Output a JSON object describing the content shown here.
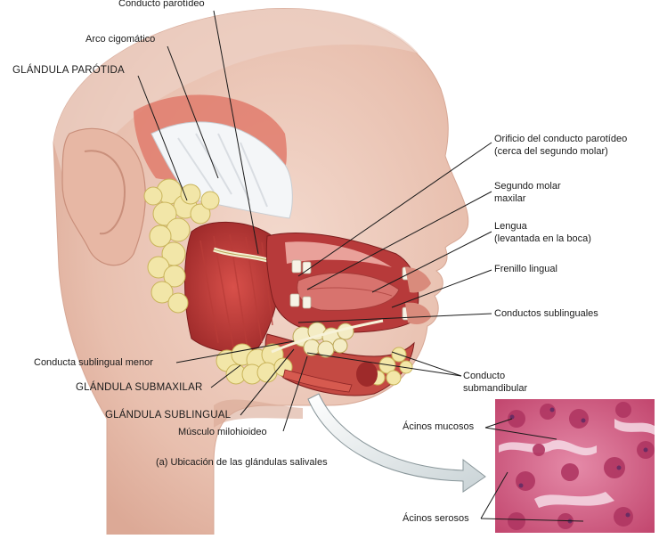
{
  "labels": {
    "conducto_parotideo": "Conducto parotídeo",
    "arco_cigomatico": "Arco cigomático",
    "glandula_parotida": "GLÁNDULA PARÓTIDA",
    "orificio_line1": "Orificio del conducto parotídeo",
    "orificio_line2": "(cerca del segundo molar)",
    "segundo_molar_line1": "Segundo molar",
    "segundo_molar_line2": "maxilar",
    "lengua_line1": "Lengua",
    "lengua_line2": "(levantada en la boca)",
    "frenillo": "Frenillo lingual",
    "conductos_sublinguales": "Conductos sublinguales",
    "conducta_sublingual_menor": "Conducta sublingual menor",
    "glandula_submaxilar": "GLÁNDULA SUBMAXILAR",
    "conducto_submandibular_line1": "Conducto",
    "conducto_submandibular_line2": "submandibular",
    "glandula_sublingual": "GLÁNDULA SUBLINGUAL",
    "musculo_milohioideo": "Músculo milohioideo",
    "acinos_mucosos": "Ácinos mucosos",
    "acinos_serosos": "Ácinos serosos",
    "caption": "(a) Ubicación de las glándulas salivales"
  }
}
